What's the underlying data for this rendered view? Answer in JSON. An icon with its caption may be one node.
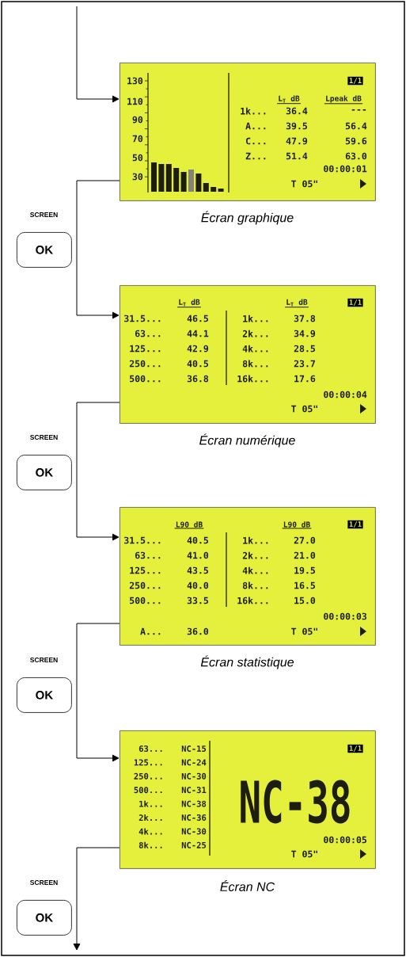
{
  "diagram": {
    "nodes": [
      {
        "text": [
          "130",
          "110",
          "90",
          "70",
          "50",
          "30",
          "1/1",
          "L$_{T}$ dB",
          "Lpeak dB",
          "1k...",
          "36.4",
          "---",
          "A...",
          "39.5",
          "56.4",
          "C...",
          "47.9",
          "59.6",
          "Z...",
          "51.4",
          "63.0",
          "00:00:01",
          "T 05\""
        ],
        "beside": [
          "Écran graphique"
        ]
      },
      {
        "text": [
          "OK"
        ],
        "beside": [
          "SCREEN"
        ]
      },
      {
        "text": [
          "L$_{T}$ dB",
          "L$_{T}$ dB",
          "1/1",
          "31.5...",
          "46.5",
          "1k...",
          "37.8",
          "63...",
          "44.1",
          "2k...",
          "34.9",
          "125...",
          "42.9",
          "4k...",
          "28.5",
          "250...",
          "40.5",
          "8k...",
          "23.7",
          "500...",
          "36.8",
          "16k...",
          "17.6",
          "00:00:04",
          "T 05\""
        ],
        "beside": [
          "Écran numérique"
        ]
      },
      {
        "text": [
          "OK"
        ],
        "beside": [
          "SCREEN"
        ]
      },
      {
        "text": [
          "L90 dB",
          "L90 dB",
          "1/1",
          "31.5...",
          "40.5",
          "1k...",
          "27.0",
          "63...",
          "41.0",
          "2k...",
          "21.0",
          "125...",
          "43.5",
          "4k...",
          "19.5",
          "250...",
          "40.0",
          "8k...",
          "16.5",
          "500...",
          "33.5",
          "16k...",
          "15.0",
          "00:00:03",
          "A...",
          "36.0",
          "T 05\""
        ],
        "beside": [
          "Écran statistique"
        ]
      },
      {
        "text": [
          "OK"
        ],
        "beside": [
          "SCREEN"
        ]
      },
      {
        "text": [
          "63...",
          "NC-15",
          "1/1",
          "125...",
          "NC-24",
          "250...",
          "NC-30",
          "500...",
          "NC-31",
          "1k...",
          "NC-38",
          "2k...",
          "NC-36",
          "4k...",
          "NC-30",
          "8k...",
          "NC-25",
          "NC-38",
          "00:00:05",
          "T 05\""
        ],
        "beside": [
          "Écran NC"
        ]
      },
      {
        "text": [
          "OK"
        ],
        "beside": [
          "SCREEN"
        ]
      }
    ],
    "edges": [
      {
        "from": null,
        "to": 0,
        "arrow": "to"
      },
      {
        "from": 0,
        "to": 2,
        "arrow": "to"
      },
      {
        "from": 2,
        "to": 4,
        "arrow": "to"
      },
      {
        "from": 4,
        "to": 6,
        "arrow": "to"
      },
      {
        "from": 6,
        "to": null,
        "arrow": "to"
      }
    ]
  }
}
